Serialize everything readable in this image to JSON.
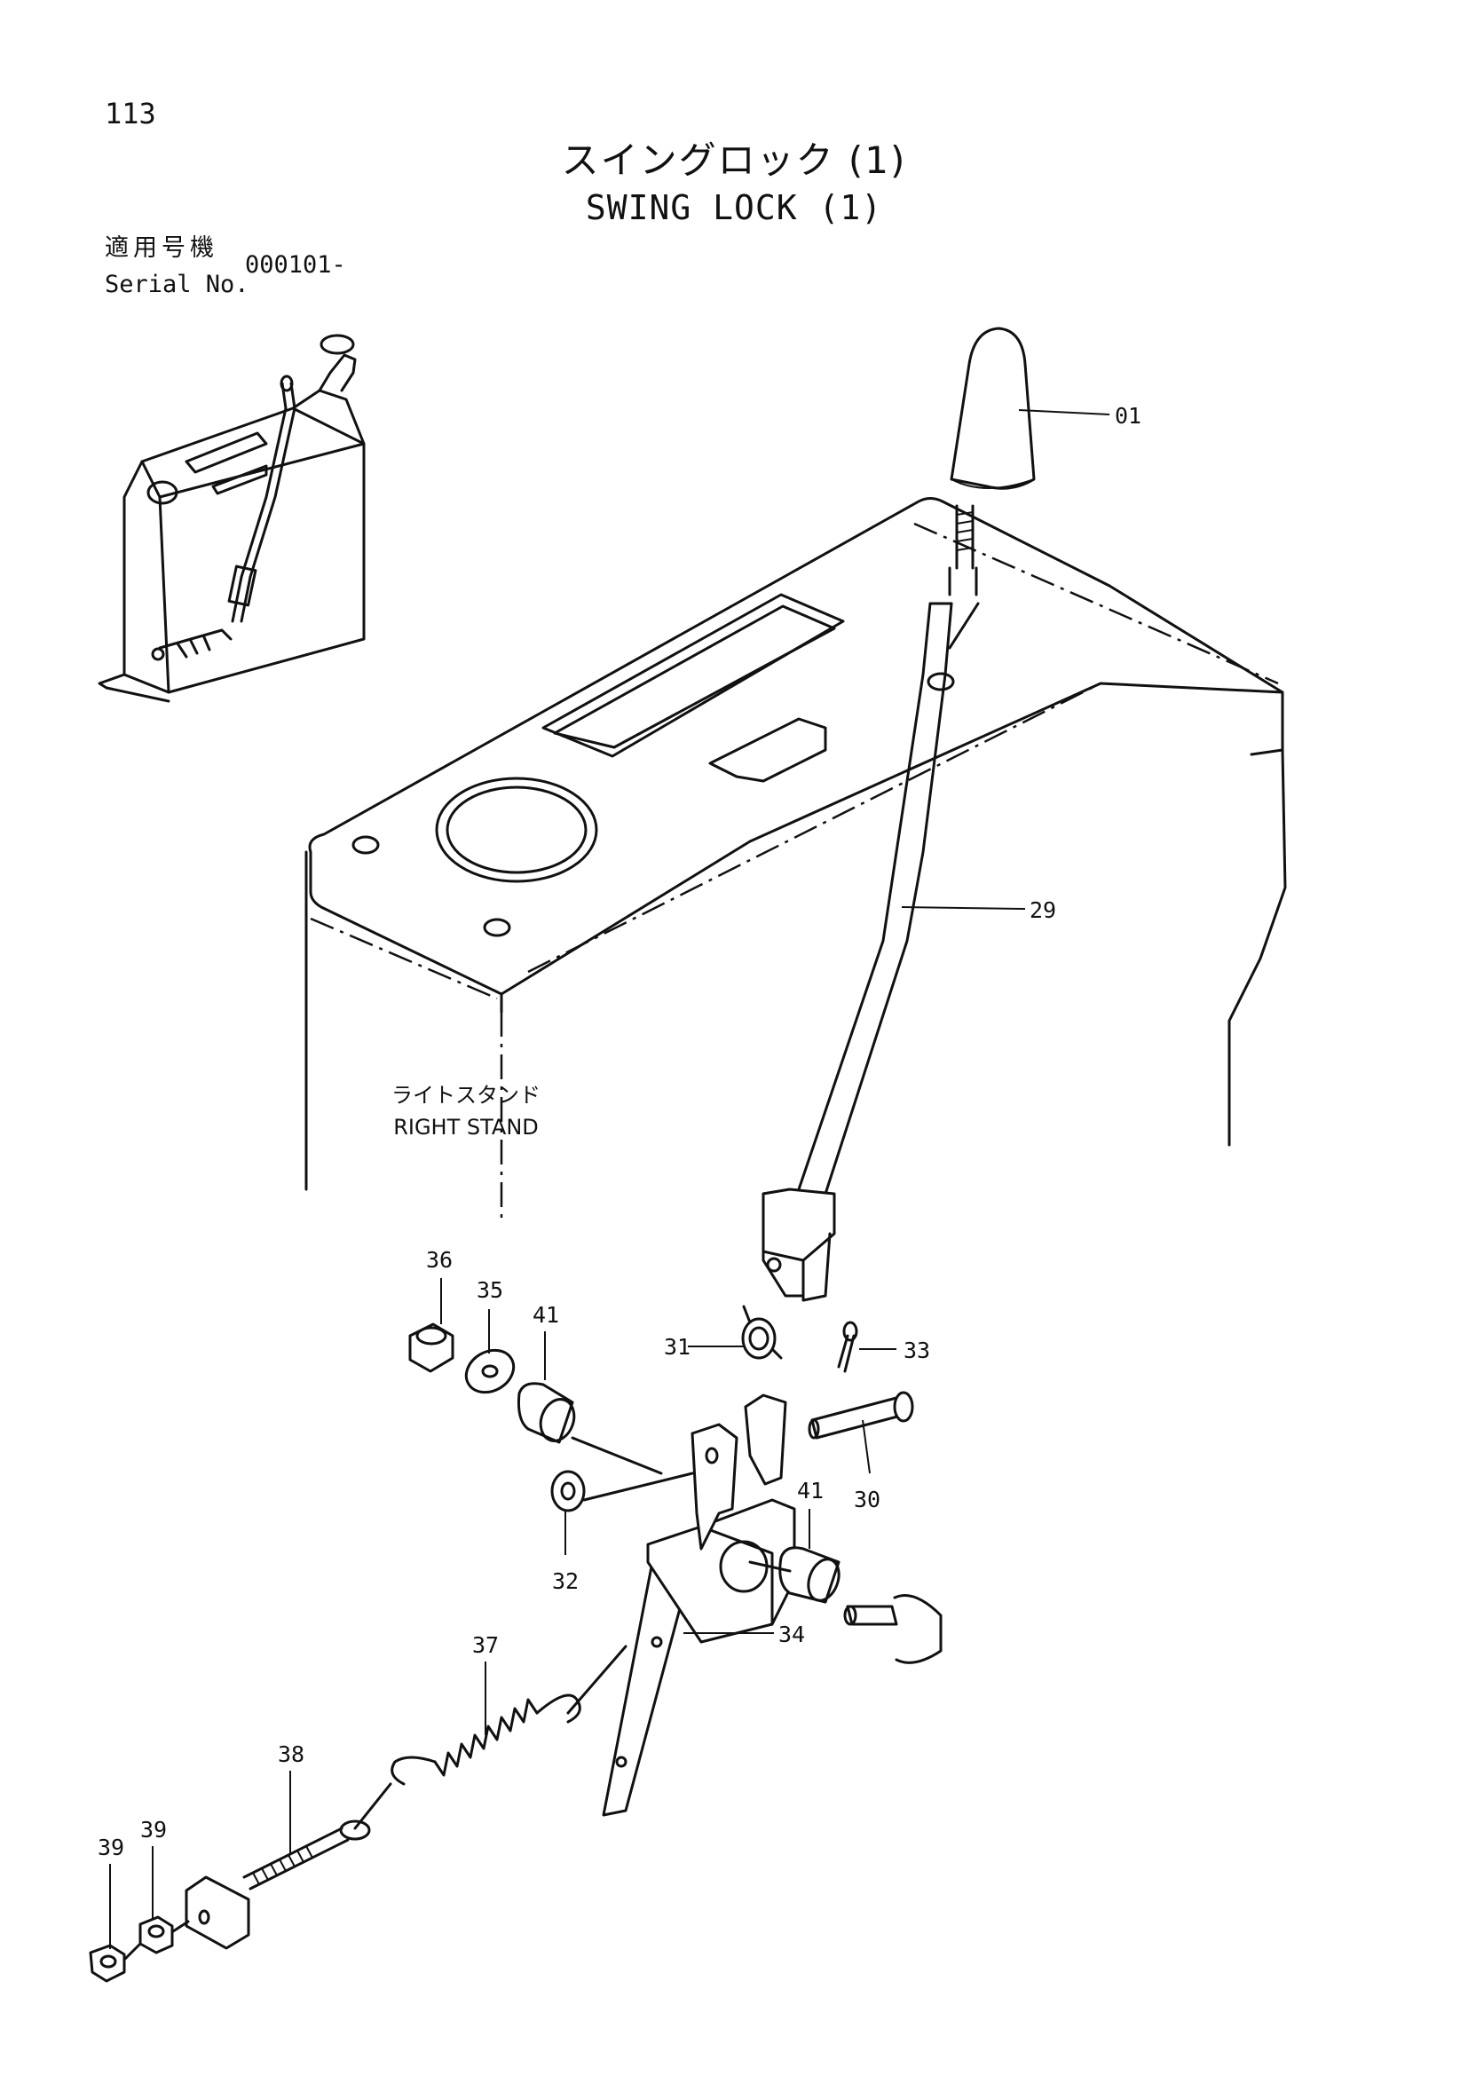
{
  "page": {
    "number": "113",
    "title_jp": "スイングロック (1)",
    "title_en": "SWING LOCK (1)",
    "serial_label_jp": "適用号機",
    "serial_label_en": "Serial No.",
    "serial_value": "000101-"
  },
  "stand_label": {
    "jp": "ライトスタンド",
    "en": "RIGHT STAND"
  },
  "callouts": {
    "c01": "01",
    "c29": "29",
    "c36": "36",
    "c35": "35",
    "c41a": "41",
    "c31": "31",
    "c33": "33",
    "c30": "30",
    "c41b": "41",
    "c32": "32",
    "c34": "34",
    "c37": "37",
    "c38": "38",
    "c39a": "39",
    "c39b": "39"
  }
}
